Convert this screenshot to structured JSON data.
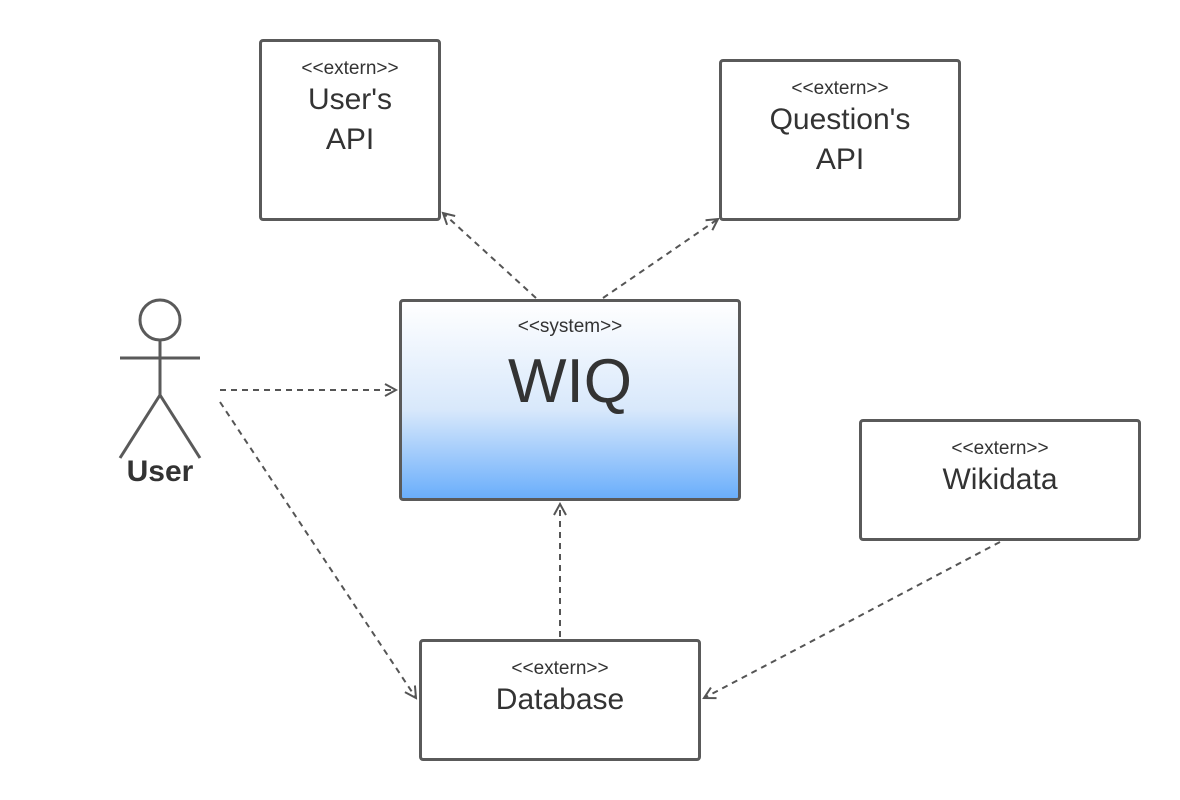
{
  "actor": {
    "label": "User"
  },
  "boxes": {
    "users_api": {
      "stereotype": "<<extern>>",
      "name_line1": "User's",
      "name_line2": "API"
    },
    "questions_api": {
      "stereotype": "<<extern>>",
      "name_line1": "Question's",
      "name_line2": "API"
    },
    "wiq": {
      "stereotype": "<<system>>",
      "name": "WIQ"
    },
    "wikidata": {
      "stereotype": "<<extern>>",
      "name": "Wikidata"
    },
    "database": {
      "stereotype": "<<extern>>",
      "name": "Database"
    }
  },
  "colors": {
    "border": "#5a5a5a",
    "text": "#333333",
    "arrow": "#555555",
    "wiq_gradient_top": "#ffffff",
    "wiq_gradient_bottom": "#6aaefb"
  }
}
